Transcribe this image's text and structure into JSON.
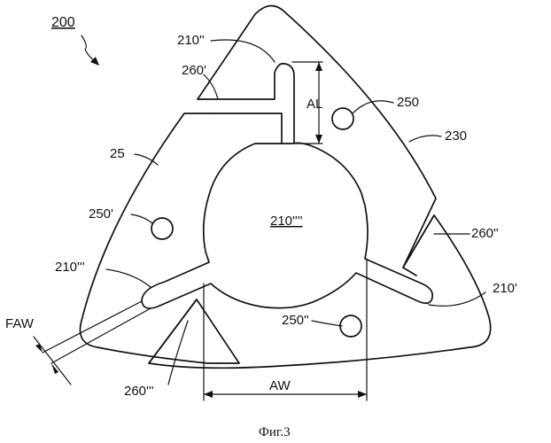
{
  "labels": {
    "figure_ref": "200",
    "hole_250": "250",
    "hole_250p": "250'",
    "hole_250pp": "250''",
    "body_230": "230",
    "body_25": "25",
    "notch_210p": "210'",
    "notch_210pp": "210''",
    "notch_210ppp": "210'''",
    "center_210": "210''''",
    "slot_260p": "260'",
    "slot_260pp": "260''",
    "slot_260ppp": "260'''",
    "dim_al": "AL",
    "dim_aw": "AW",
    "dim_faw": "FAW"
  },
  "caption": "Фиг.3"
}
